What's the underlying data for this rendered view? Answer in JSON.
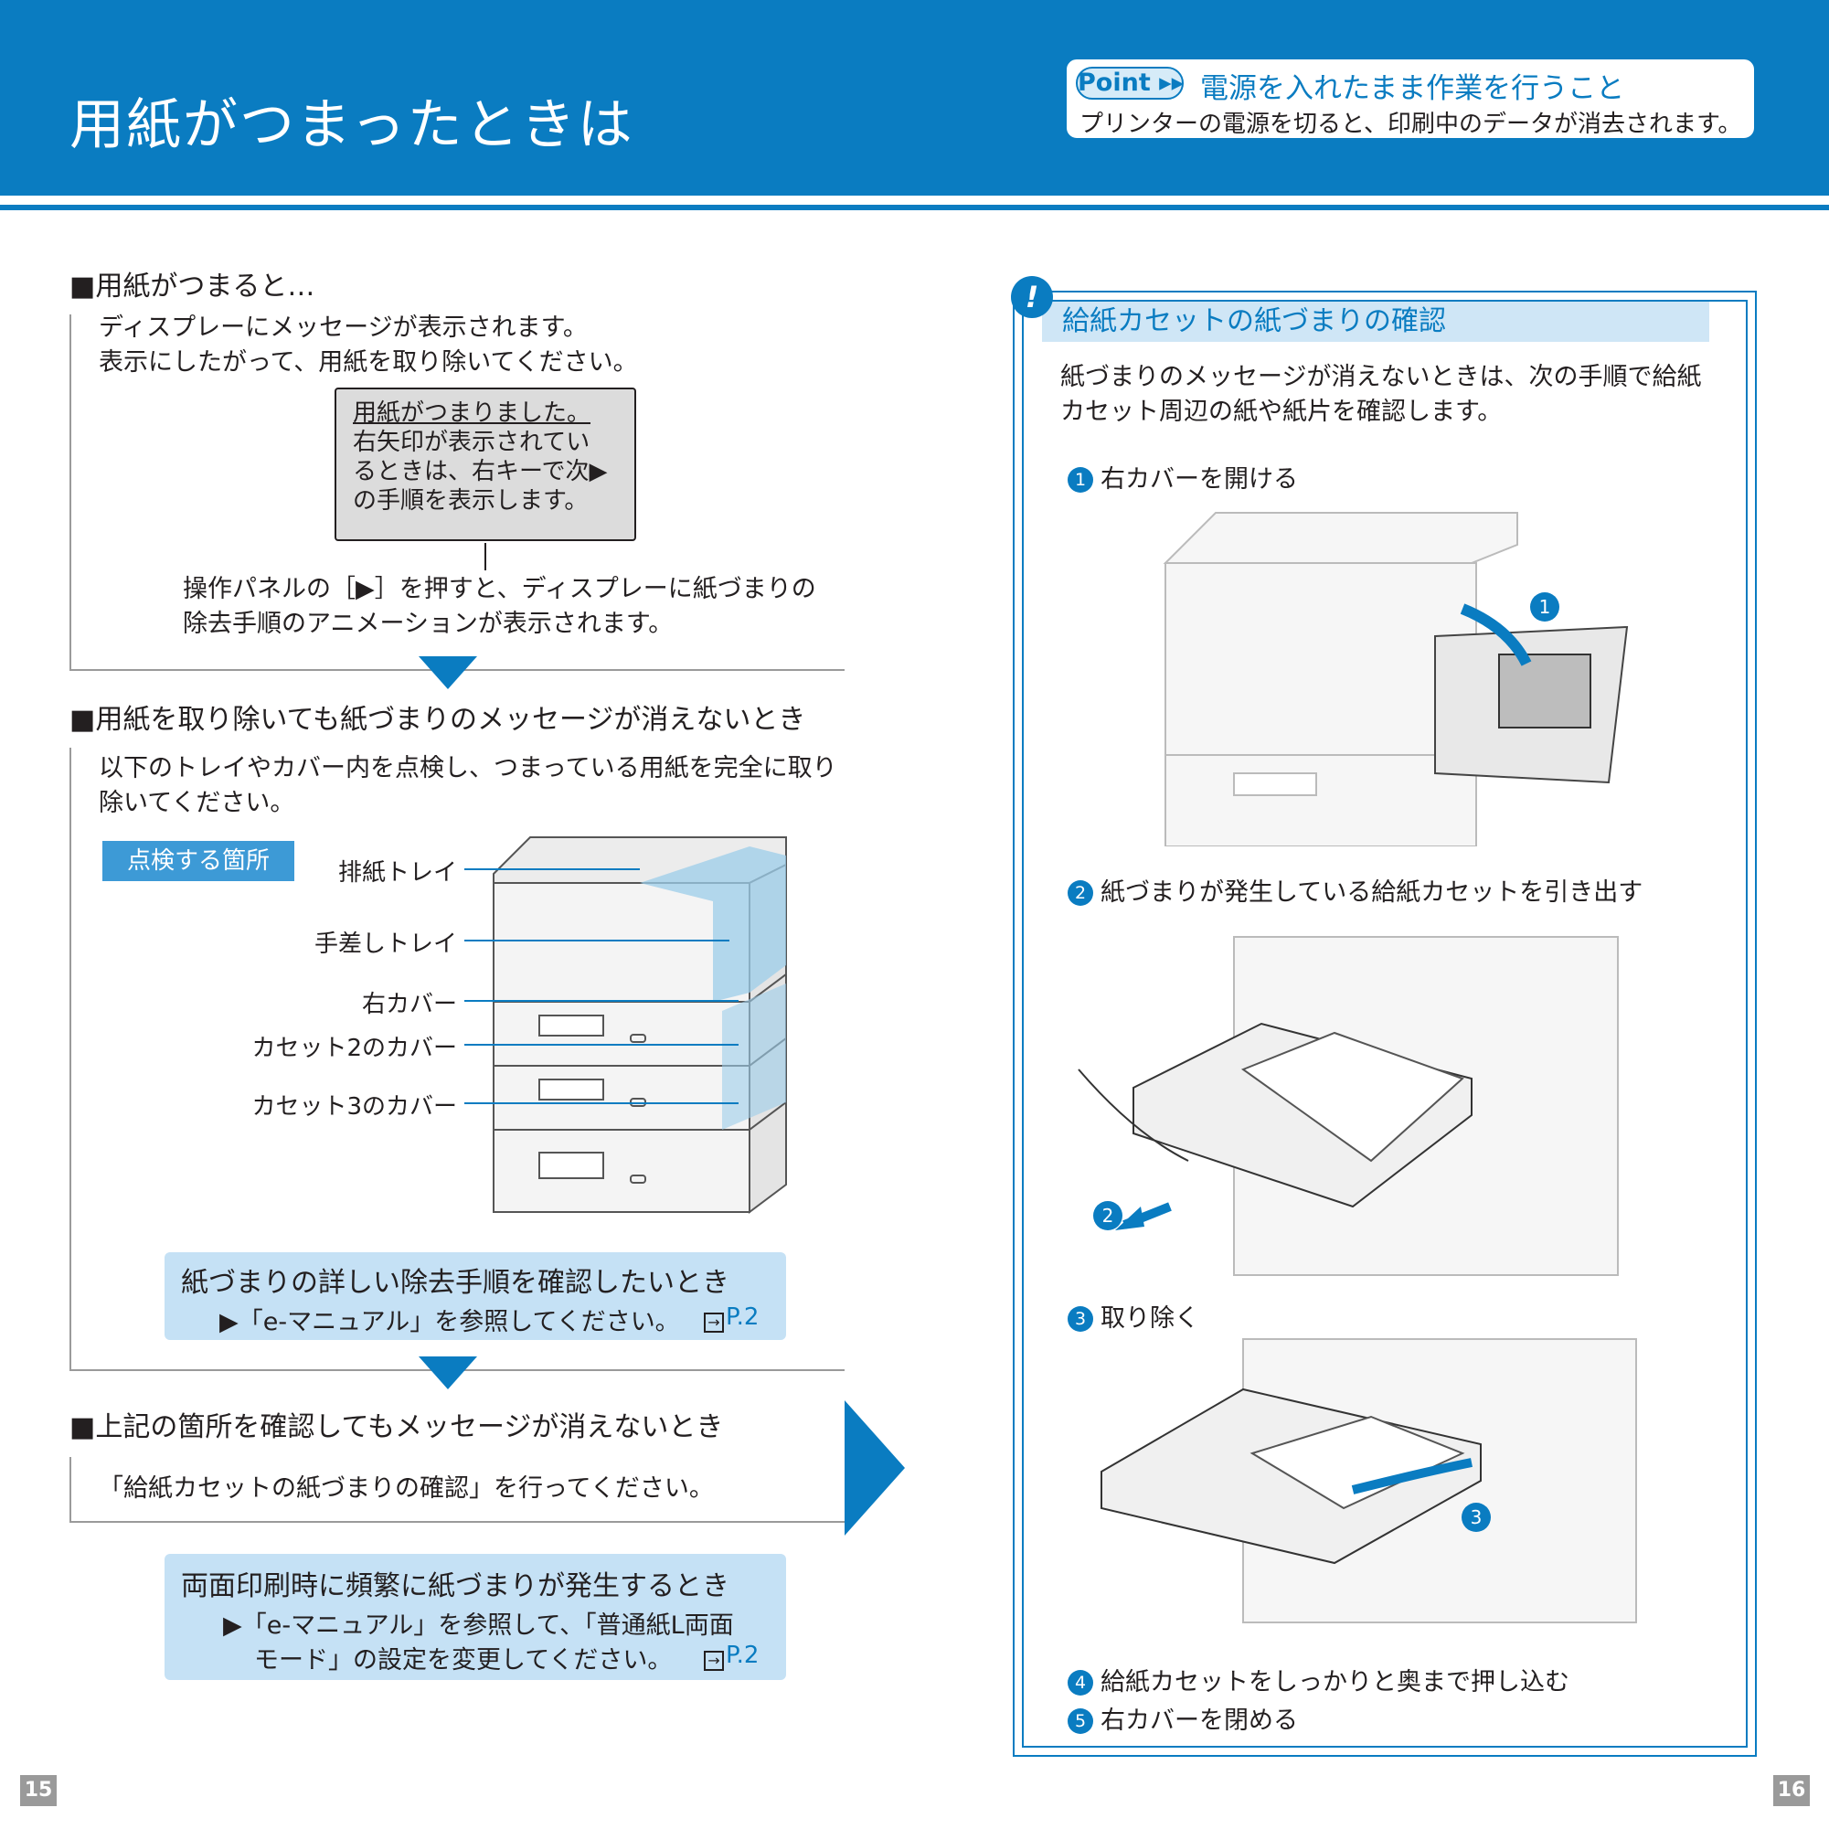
{
  "header": {
    "title": "用紙がつまったときは",
    "point_badge": "Point ▸▸",
    "point_title": "電源を入れたまま作業を行うこと",
    "point_text": "プリンターの電源を切ると、印刷中のデータが消去されます。"
  },
  "left": {
    "section1": {
      "heading": "■用紙がつまると…",
      "line1": "ディスプレーにメッセージが表示されます。",
      "line2": "表示にしたがって、用紙を取り除いてください。",
      "lcd": [
        "用紙がつまりました。",
        "右矢印が表示されてい",
        "るときは、右キーで次▶",
        "の手順を表示します。"
      ],
      "note1": "操作パネルの［▶］を押すと、ディスプレーに紙づまりの",
      "note2": "除去手順のアニメーションが表示されます。"
    },
    "section2": {
      "heading": "■用紙を取り除いても紙づまりのメッセージが消えないとき",
      "line1": "以下のトレイやカバー内を点検し、つまっている用紙を完全に取り",
      "line2": "除いてください。",
      "badge": "点検する箇所",
      "parts": [
        "排紙トレイ",
        "手差しトレイ",
        "右カバー",
        "カセット2のカバー",
        "カセット3のカバー"
      ],
      "info_title": "紙づまりの詳しい除去手順を確認したいとき",
      "info_text": "▶「e-マニュアル」を参照してください。",
      "info_ref": "P.2"
    },
    "section3": {
      "heading": "■上記の箇所を確認してもメッセージが消えないとき",
      "line1": "「給紙カセットの紙づまりの確認」を行ってください。"
    },
    "duplex": {
      "title": "両面印刷時に頻繁に紙づまりが発生するとき",
      "line1": "▶「e-マニュアル」を参照して、「普通紙L両面",
      "line2": "モード」の設定を変更してください。",
      "ref": "P.2"
    }
  },
  "right": {
    "title": "給紙カセットの紙づまりの確認",
    "intro1": "紙づまりのメッセージが消えないときは、次の手順で給紙",
    "intro2": "カセット周辺の紙や紙片を確認します。",
    "steps": [
      {
        "num": "1",
        "text": "右カバーを開ける"
      },
      {
        "num": "2",
        "text": "紙づまりが発生している給紙カセットを引き出す"
      },
      {
        "num": "3",
        "text": "取り除く"
      },
      {
        "num": "4",
        "text": "給紙カセットをしっかりと奥まで押し込む"
      },
      {
        "num": "5",
        "text": "右カバーを閉める"
      }
    ]
  },
  "pages": {
    "left": "15",
    "right": "16"
  },
  "colors": {
    "accent": "#0a7cc1",
    "info_bg": "#c5e1f5",
    "lcd_bg": "#dcdcdc"
  }
}
